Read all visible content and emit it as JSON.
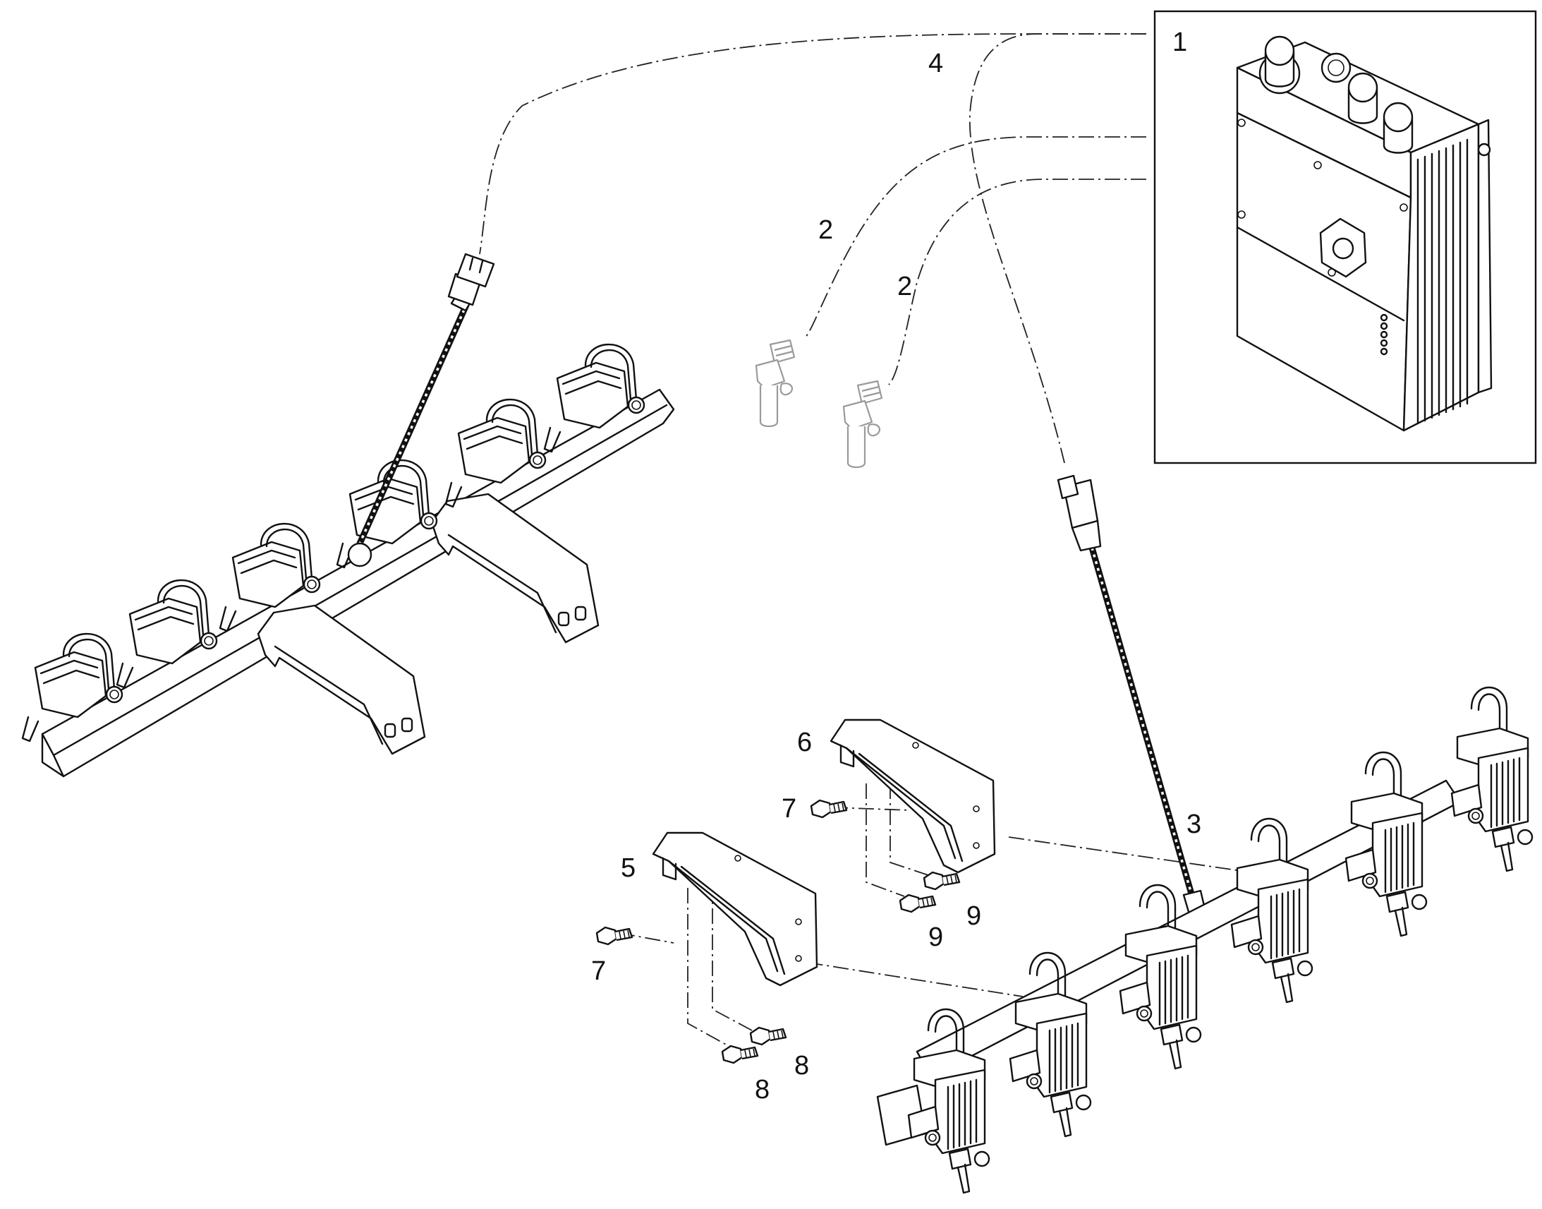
{
  "callouts": {
    "c1": "1",
    "c2a": "2",
    "c2b": "2",
    "c3": "3",
    "c4": "4",
    "c5": "5",
    "c6": "6",
    "c7a": "7",
    "c7b": "7",
    "c8a": "8",
    "c8b": "8",
    "c9a": "9",
    "c9b": "9"
  }
}
